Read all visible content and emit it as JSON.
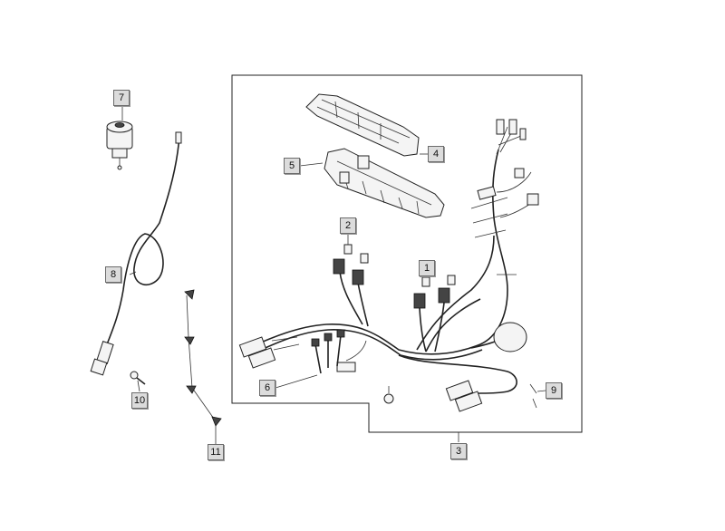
{
  "callouts": [
    {
      "id": "c1",
      "label": "1"
    },
    {
      "id": "c2",
      "label": "2"
    },
    {
      "id": "c3",
      "label": "3"
    },
    {
      "id": "c4",
      "label": "4"
    },
    {
      "id": "c5",
      "label": "5"
    },
    {
      "id": "c6",
      "label": "6"
    },
    {
      "id": "c7",
      "label": "7"
    },
    {
      "id": "c8",
      "label": "8"
    },
    {
      "id": "c9",
      "label": "9"
    },
    {
      "id": "c10",
      "label": "10"
    },
    {
      "id": "c11",
      "label": "11"
    }
  ],
  "colors": {
    "line": "#222222",
    "callout_fill": "#dcdcdc",
    "callout_border": "#6b6b6b",
    "background": "#ffffff"
  }
}
